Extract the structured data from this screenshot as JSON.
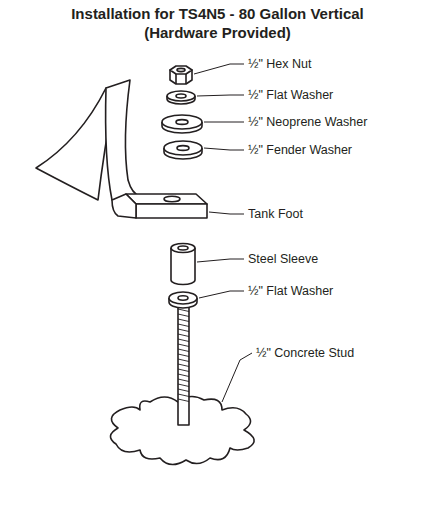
{
  "diagram": {
    "title": "Installation for TS4N5 - 80 Gallon Vertical (Hardware Provided)",
    "labels": [
      "½\" Hex Nut",
      "½\" Flat Washer",
      "½\" Neoprene Washer",
      "½\" Fender Washer",
      "Tank Foot",
      "Steel Sleeve",
      "½\" Flat Washer",
      "½\" Concrete Stud"
    ]
  }
}
